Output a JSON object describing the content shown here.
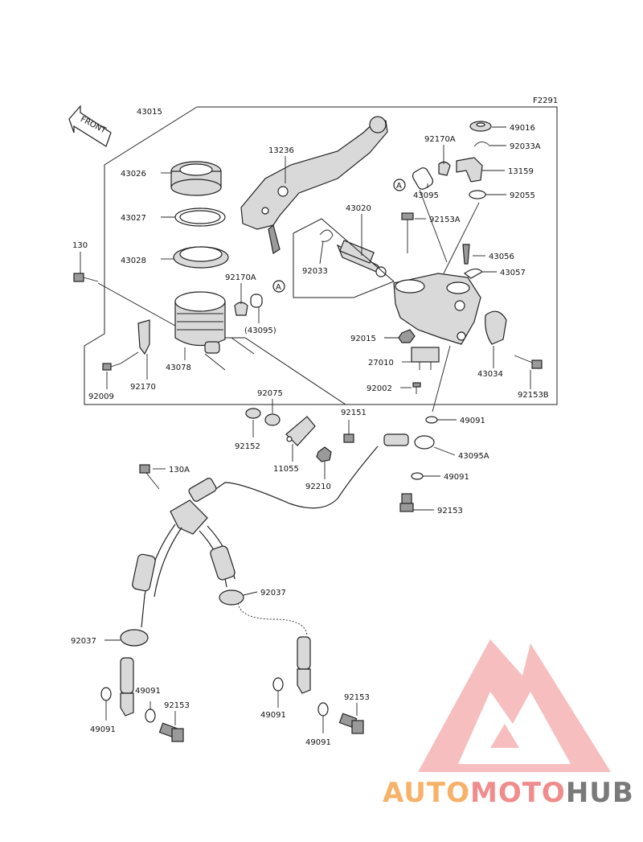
{
  "figure_code": "F2291",
  "front_label": "FRONT",
  "callout_marker": "A",
  "parts": [
    {
      "id": "p43015",
      "label": "43015"
    },
    {
      "id": "p43026",
      "label": "43026"
    },
    {
      "id": "p43027",
      "label": "43027"
    },
    {
      "id": "p43028",
      "label": "43028"
    },
    {
      "id": "p130",
      "label": "130"
    },
    {
      "id": "p92170A_l",
      "label": "92170A"
    },
    {
      "id": "p43095_paren",
      "label": "(43095)"
    },
    {
      "id": "p43078",
      "label": "43078"
    },
    {
      "id": "p92170",
      "label": "92170"
    },
    {
      "id": "p92009",
      "label": "92009"
    },
    {
      "id": "p13236",
      "label": "13236"
    },
    {
      "id": "p43020",
      "label": "43020"
    },
    {
      "id": "p92033",
      "label": "92033"
    },
    {
      "id": "p92170A_r",
      "label": "92170A"
    },
    {
      "id": "p49016",
      "label": "49016"
    },
    {
      "id": "p92033A",
      "label": "92033A"
    },
    {
      "id": "p13159",
      "label": "13159"
    },
    {
      "id": "p43095",
      "label": "43095"
    },
    {
      "id": "p92055",
      "label": "92055"
    },
    {
      "id": "p92153A",
      "label": "92153A"
    },
    {
      "id": "p43056",
      "label": "43056"
    },
    {
      "id": "p43057",
      "label": "43057"
    },
    {
      "id": "p92015",
      "label": "92015"
    },
    {
      "id": "p27010",
      "label": "27010"
    },
    {
      "id": "p43034",
      "label": "43034"
    },
    {
      "id": "p92002",
      "label": "92002"
    },
    {
      "id": "p92153B",
      "label": "92153B"
    },
    {
      "id": "p49091_a",
      "label": "49091"
    },
    {
      "id": "p92075",
      "label": "92075"
    },
    {
      "id": "p92151",
      "label": "92151"
    },
    {
      "id": "p92152",
      "label": "92152"
    },
    {
      "id": "p11055",
      "label": "11055"
    },
    {
      "id": "p92210",
      "label": "92210"
    },
    {
      "id": "p43095A",
      "label": "43095A"
    },
    {
      "id": "p49091_b",
      "label": "49091"
    },
    {
      "id": "p92153_a",
      "label": "92153"
    },
    {
      "id": "p130A",
      "label": "130A"
    },
    {
      "id": "p92037_r",
      "label": "92037"
    },
    {
      "id": "p92037_l",
      "label": "92037"
    },
    {
      "id": "p49091_c",
      "label": "49091"
    },
    {
      "id": "p49091_d",
      "label": "49091"
    },
    {
      "id": "p92153_b",
      "label": "92153"
    },
    {
      "id": "p49091_e",
      "label": "49091"
    },
    {
      "id": "p92153_c",
      "label": "92153"
    },
    {
      "id": "p49091_f",
      "label": "49091"
    }
  ],
  "watermark": {
    "part1": "AUTO",
    "part2": "MOTO",
    "part3": "HUB",
    "color1": "#f7b26a",
    "color2": "#f08c8c",
    "color3": "#7a7a7a"
  }
}
